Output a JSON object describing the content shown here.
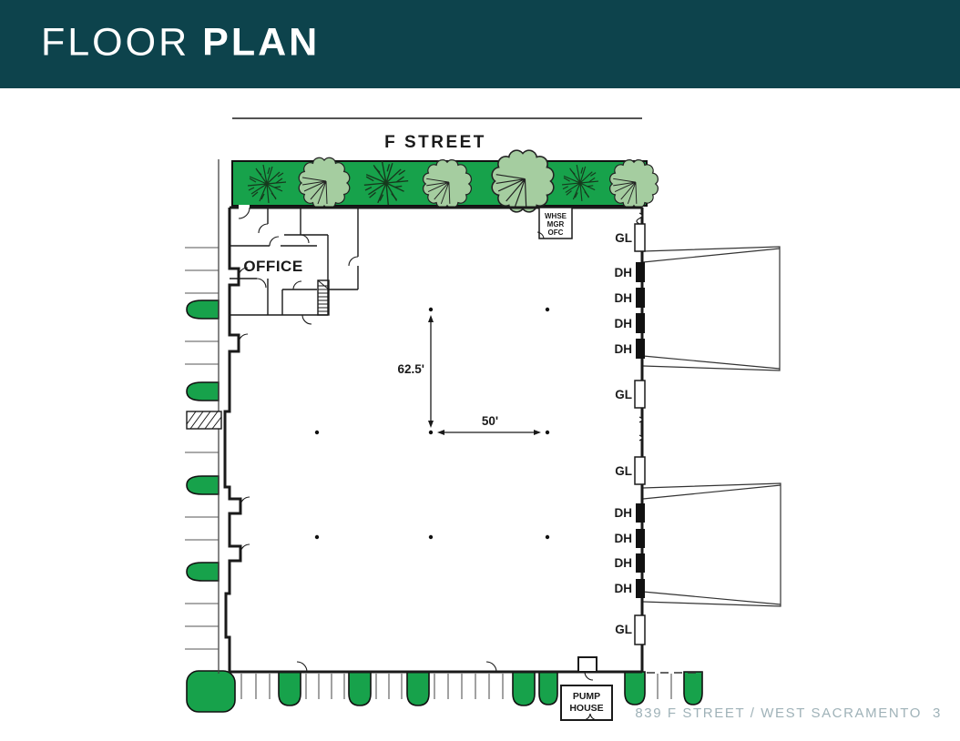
{
  "header": {
    "title_light": "FLOOR",
    "title_bold": "PLAN",
    "bg_color": "#0d434c"
  },
  "plan": {
    "street_label": "F STREET",
    "office_label": "OFFICE",
    "whse_office_box": {
      "line1": "WHSE",
      "line2": "MGR",
      "line3": "OFC"
    },
    "pump_house_box": {
      "line1": "PUMP",
      "line2": "HOUSE"
    },
    "dimensions": {
      "vertical_label": "62.5'",
      "horizontal_label": "50'"
    },
    "right_wall_doors": [
      {
        "label": "GL"
      },
      {
        "label": "DH"
      },
      {
        "label": "DH"
      },
      {
        "label": "DH"
      },
      {
        "label": "DH"
      },
      {
        "label": "GL"
      },
      {
        "label": "GL"
      },
      {
        "label": "DH"
      },
      {
        "label": "DH"
      },
      {
        "label": "DH"
      },
      {
        "label": "DH"
      },
      {
        "label": "GL"
      }
    ],
    "colors": {
      "landscape_green": "#17a24b",
      "tree_light_green": "#a5cda0",
      "tree_dark_green": "#16391d",
      "line_color": "#1a1a1a"
    }
  },
  "footer": {
    "address": "839 F STREET / WEST SACRAMENTO",
    "page_number": "3",
    "text_color": "#9fb2b8"
  }
}
